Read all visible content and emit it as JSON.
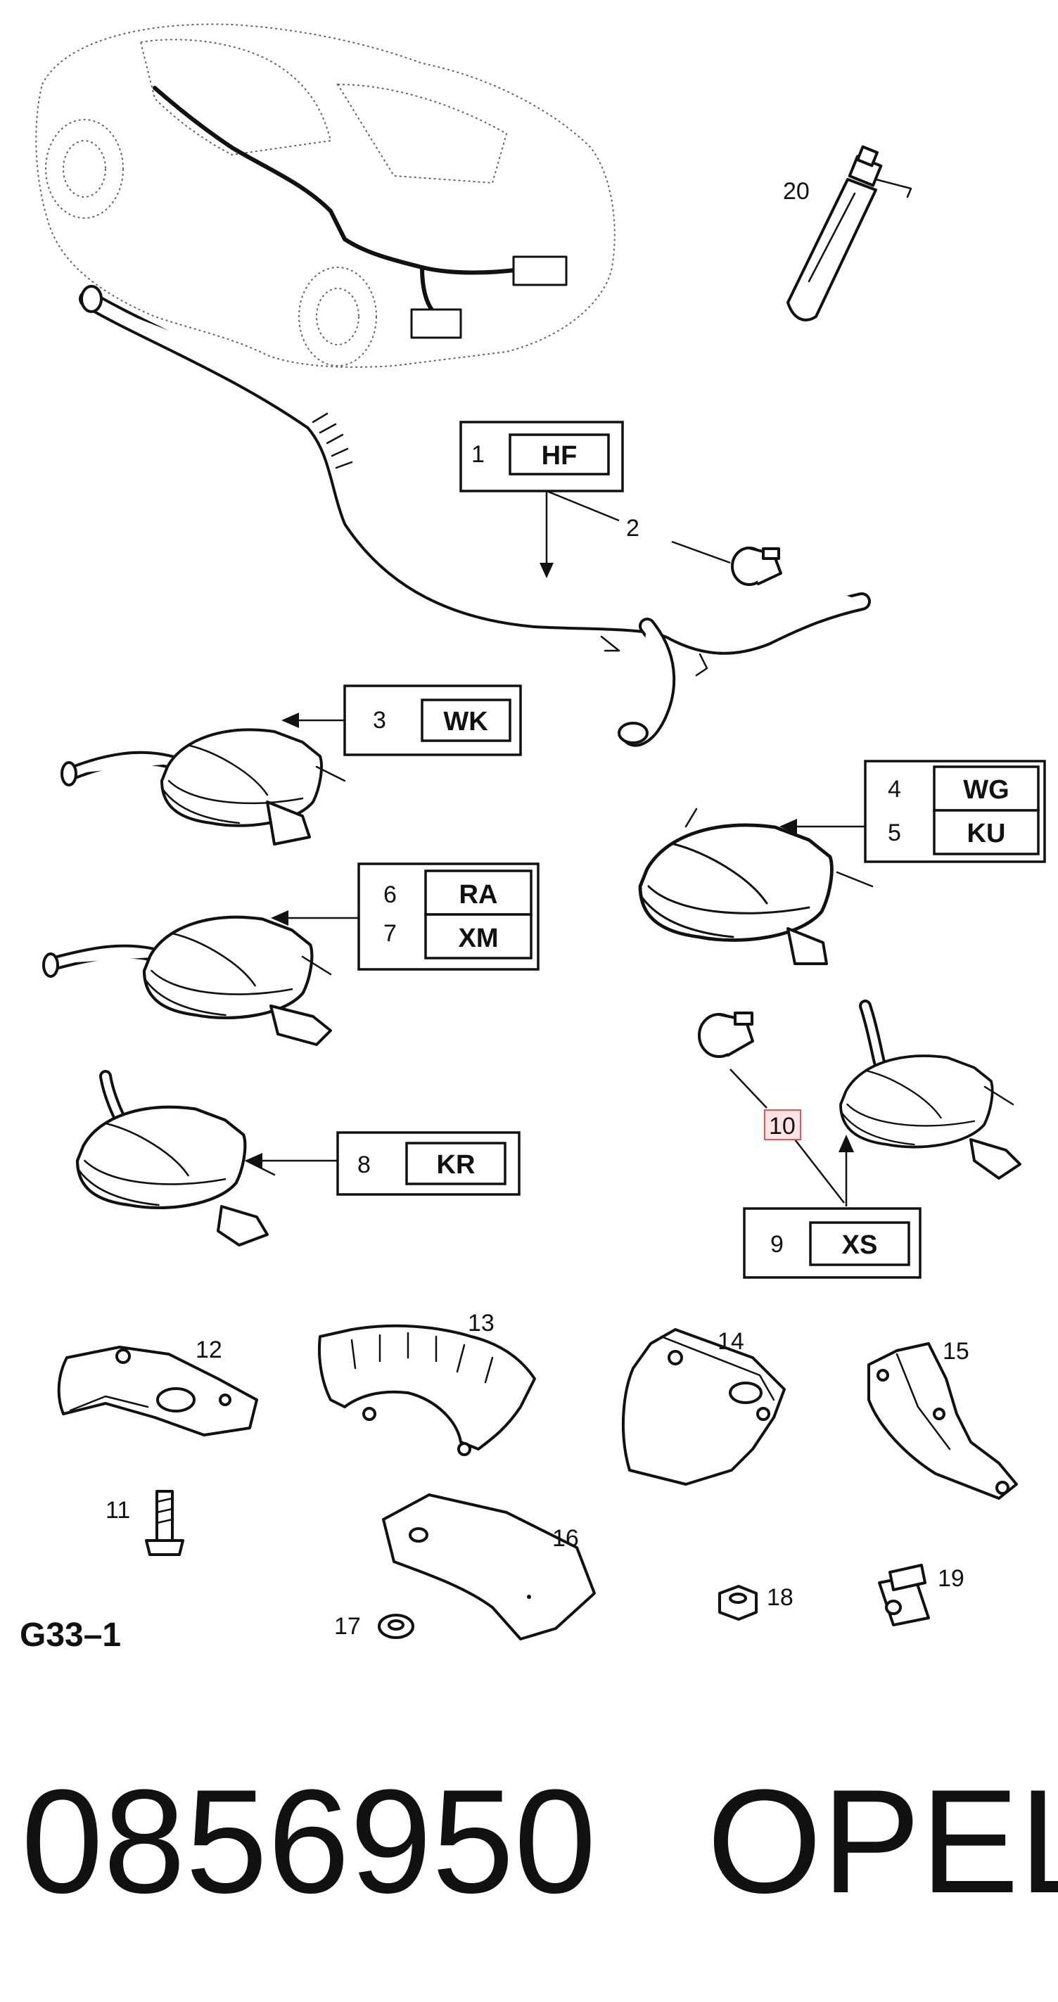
{
  "diagram_ref": "G33–1",
  "part_number": "0856950",
  "brand": "OPEL",
  "callouts": [
    {
      "num": "1",
      "codes": [
        "HF"
      ]
    },
    {
      "num": "2",
      "codes": []
    },
    {
      "num": "3",
      "codes": [
        "WK"
      ]
    },
    {
      "num": "4",
      "codes": [
        "WG"
      ]
    },
    {
      "num": "5",
      "codes": [
        "KU"
      ]
    },
    {
      "num": "6",
      "codes": [
        "RA"
      ]
    },
    {
      "num": "7",
      "codes": [
        "XM"
      ]
    },
    {
      "num": "8",
      "codes": [
        "KR"
      ]
    },
    {
      "num": "9",
      "codes": [
        "XS"
      ]
    },
    {
      "num": "10",
      "codes": [],
      "highlighted": true
    },
    {
      "num": "11",
      "codes": []
    },
    {
      "num": "12",
      "codes": []
    },
    {
      "num": "13",
      "codes": []
    },
    {
      "num": "14",
      "codes": []
    },
    {
      "num": "15",
      "codes": []
    },
    {
      "num": "16",
      "codes": []
    },
    {
      "num": "17",
      "codes": []
    },
    {
      "num": "18",
      "codes": []
    },
    {
      "num": "19",
      "codes": []
    },
    {
      "num": "20",
      "codes": []
    }
  ],
  "colors": {
    "ink": "#111111",
    "highlight_fill": "#fde4e4",
    "highlight_stroke": "#e05555"
  }
}
